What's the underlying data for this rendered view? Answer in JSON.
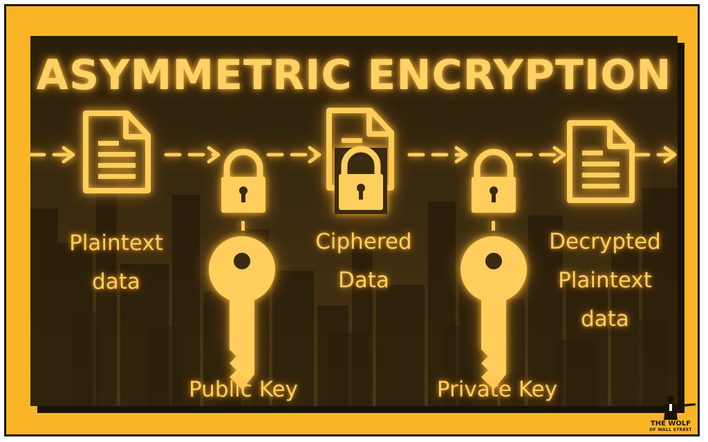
{
  "title": "ASYMMETRIC ENCRYPTION",
  "labels": {
    "plaintext": "Plaintext\ndata",
    "ciphered": "Ciphered\nData",
    "decrypted": "Decrypted\nPlaintext\ndata",
    "public_key": "Public Key",
    "private_key": "Private Key"
  },
  "watermark": {
    "line1": "THE WOLF",
    "line2": "OF WALL STREET"
  },
  "icons": [
    "document-icon",
    "lock-icon",
    "key-icon",
    "arrow-icon"
  ],
  "colors": {
    "frame": "#f9b526",
    "panel": "#3a2a0f",
    "glow": "#ffce5c",
    "outline": "#1b1206"
  }
}
